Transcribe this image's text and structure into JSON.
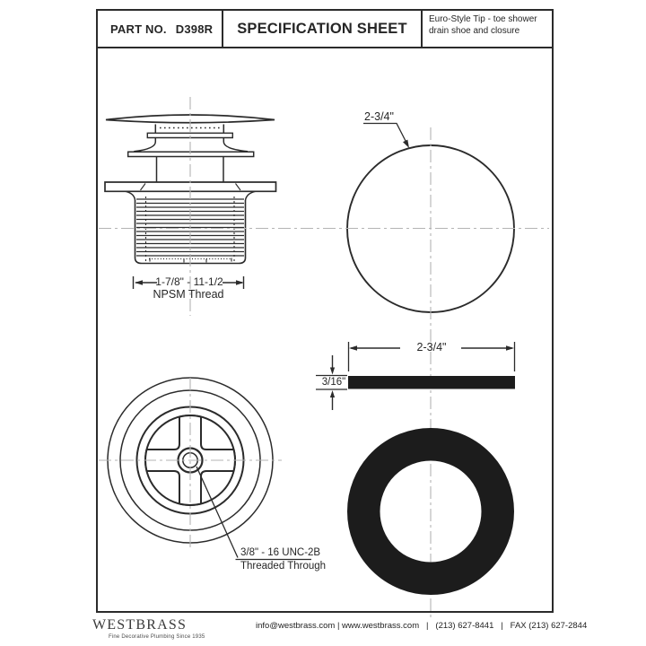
{
  "header": {
    "part_label": "PART NO.",
    "part_number": "D398R",
    "title": "SPECIFICATION SHEET",
    "description": "Euro-Style Tip - toe shower drain shoe and closure"
  },
  "views": {
    "side_view": {
      "dimension": "1-7/8\" - 11-1/2",
      "dimension_note": "NPSM Thread"
    },
    "top_view": {
      "diameter": "2-3/4\""
    },
    "washer_side_view": {
      "width": "2-3/4\"",
      "thickness": "3/16\""
    },
    "bottom_view": {
      "thread_callout_line1": "3/8\" - 16 UNC-2B",
      "thread_callout_line2": "Threaded Through"
    }
  },
  "footer": {
    "brand": "WESTBRASS",
    "tagline": "Fine Decorative Plumbing Since 1935",
    "contact": "info@westbrass.com | www.westbrass.com   |   (213) 627-8441   |   FAX (213) 627-2844"
  },
  "colors": {
    "ink": "#262626",
    "centerline": "#b3b3b3",
    "solid_fill": "#1c1c1c"
  }
}
